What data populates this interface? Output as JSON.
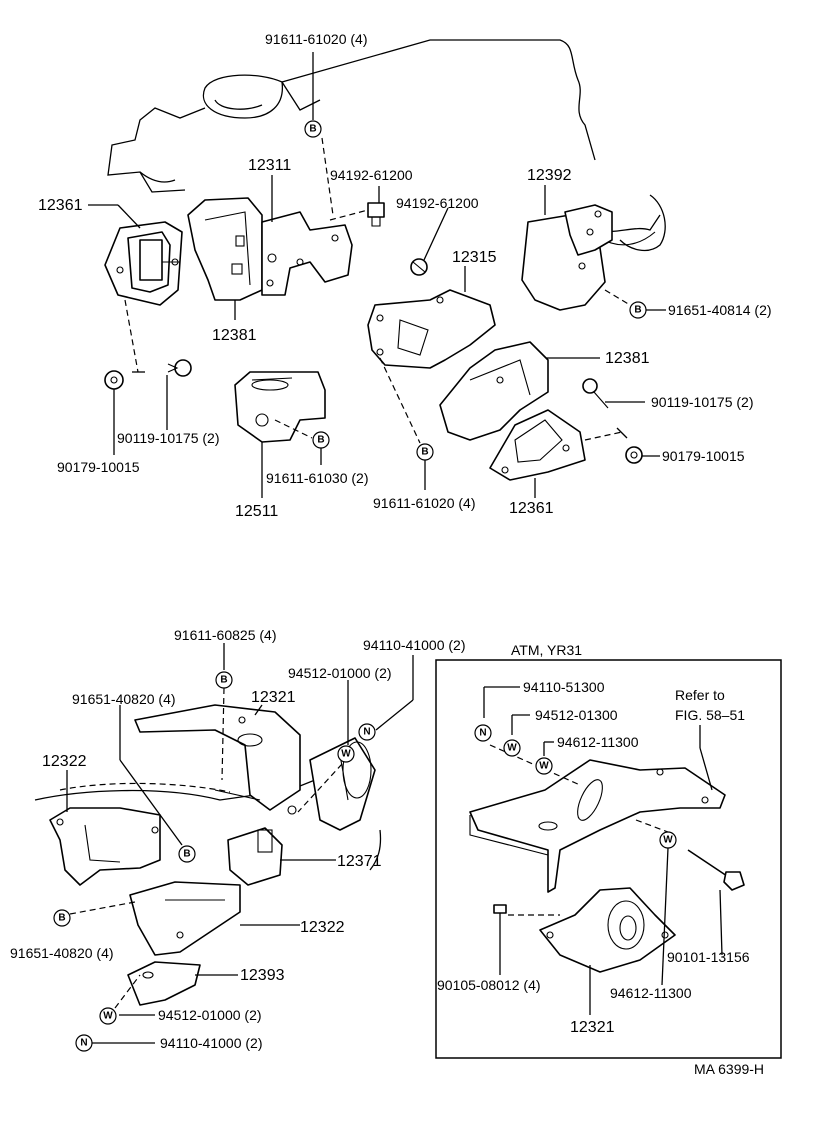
{
  "diagram_id": "MA 6399-H",
  "inset": {
    "title": "ATM, YR31",
    "refer_line1": "Refer to",
    "refer_line2": "FIG. 58–51"
  },
  "symbols": {
    "bolt": "B",
    "nut": "N",
    "washer": "W"
  },
  "labels": {
    "t_91611_61020_a": "91611-61020 (4)",
    "t_12311": "12311",
    "t_94192_61200_a": "94192-61200",
    "t_94192_61200_b": "94192-61200",
    "t_12392": "12392",
    "t_12361_a": "12361",
    "t_12315": "12315",
    "t_91651_40814": "91651-40814 (2)",
    "t_12381_a": "12381",
    "t_12381_b": "12381",
    "t_90119_10175_b": "90119-10175 (2)",
    "t_90119_10175_a": "90119-10175 (2)",
    "t_90179_10015_a": "90179-10015",
    "t_90179_10015_b": "90179-10015",
    "t_91611_61030": "91611-61030 (2)",
    "t_12511": "12511",
    "t_91611_61020_b": "91611-61020 (4)",
    "t_12361_b": "12361",
    "t_91611_60825": "91611-60825 (4)",
    "t_94110_41000_a": "94110-41000 (2)",
    "t_94512_01000_a": "94512-01000 (2)",
    "t_91651_40820_a": "91651-40820 (4)",
    "t_12321_a": "12321",
    "t_12322_a": "12322",
    "t_12371": "12371",
    "t_12322_b": "12322",
    "t_91651_40820_b": "91651-40820 (4)",
    "t_12393": "12393",
    "t_94512_01000_b": "94512-01000 (2)",
    "t_94110_41000_b": "94110-41000 (2)",
    "t_94110_51300": "94110-51300",
    "t_94512_01300": "94512-01300",
    "t_94612_11300_a": "94612-11300",
    "t_90101_13156": "90101-13156",
    "t_90105_08012": "90105-08012 (4)",
    "t_94612_11300_b": "94612-11300",
    "t_12321_b": "12321"
  }
}
